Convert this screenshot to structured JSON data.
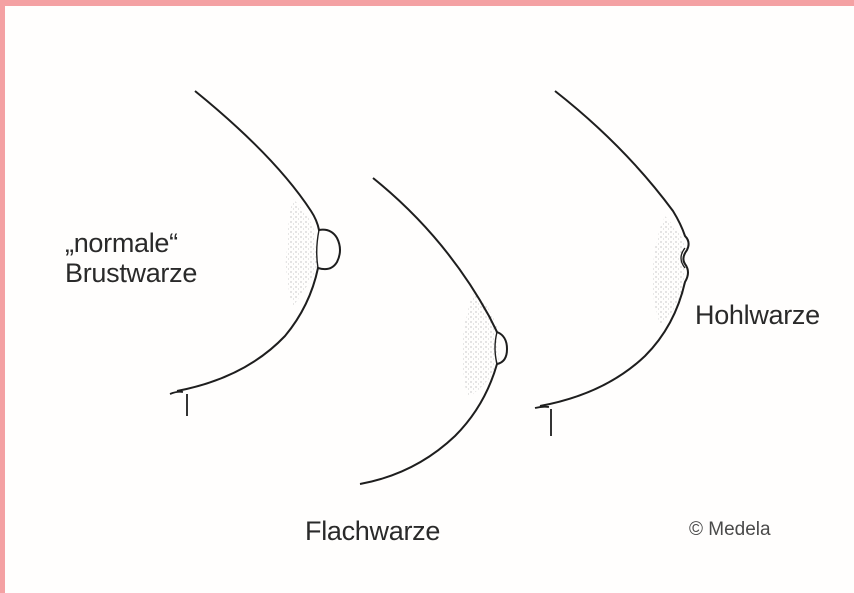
{
  "labels": {
    "normal_line1": "„normale“",
    "normal_line2": "Brustwarze",
    "flat": "Flachwarze",
    "inverted": "Hohlwarze"
  },
  "copyright": "© Medela",
  "colors": {
    "frame": "#f4a1a3",
    "line": "#1e1e1e",
    "stipple": "#a8a8a8",
    "background": "#fffefd"
  }
}
